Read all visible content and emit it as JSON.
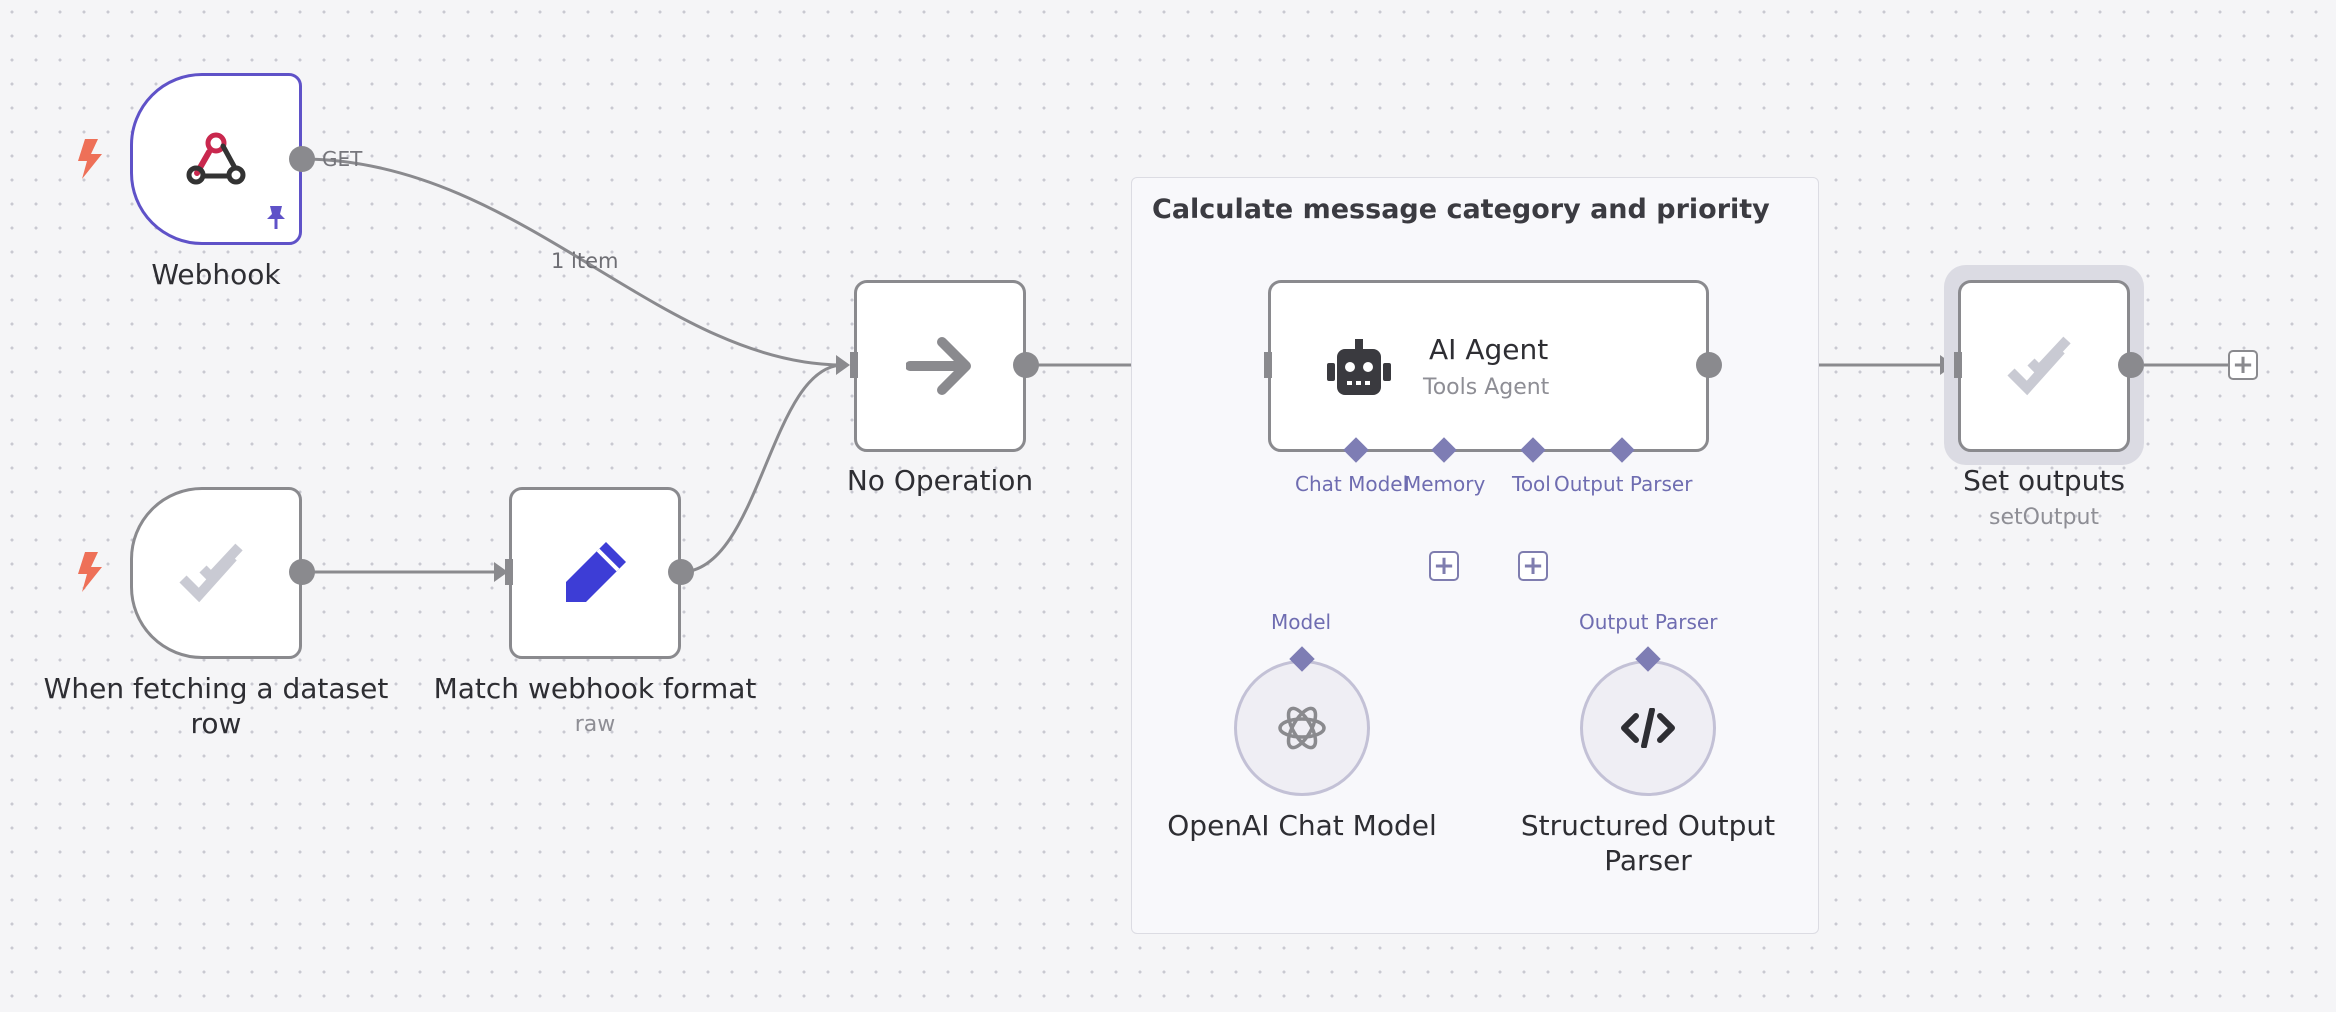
{
  "canvas": {
    "background": "#f5f5f7",
    "accent": "#5f52c8",
    "connector_color": "#7e7db4"
  },
  "sticky_note": {
    "title": "Calculate message category and priority"
  },
  "nodes": {
    "webhook": {
      "label": "Webhook",
      "output_label": "GET",
      "icon": "webhook-icon",
      "pinned": true
    },
    "dataset_trigger": {
      "label_line1": "When fetching a dataset",
      "label_line2": "row",
      "icon": "double-check-icon"
    },
    "match_format": {
      "label": "Match webhook format",
      "sublabel": "raw",
      "icon": "pencil-icon"
    },
    "no_op": {
      "label": "No Operation",
      "icon": "arrow-right-icon"
    },
    "ai_agent": {
      "title": "AI Agent",
      "subtitle": "Tools Agent",
      "icon": "robot-icon",
      "connectors": [
        "Chat Model",
        "Memory",
        "Tool",
        "Output Parser"
      ]
    },
    "openai_model": {
      "label": "OpenAI Chat Model",
      "connector": "Model",
      "icon": "openai-icon"
    },
    "output_parser": {
      "label_line1": "Structured Output",
      "label_line2": "Parser",
      "connector": "Output Parser",
      "icon": "code-icon"
    },
    "set_outputs": {
      "label": "Set outputs",
      "sublabel": "setOutput",
      "icon": "double-check-icon"
    }
  },
  "edges": {
    "webhook_to_noop": "1 item"
  }
}
